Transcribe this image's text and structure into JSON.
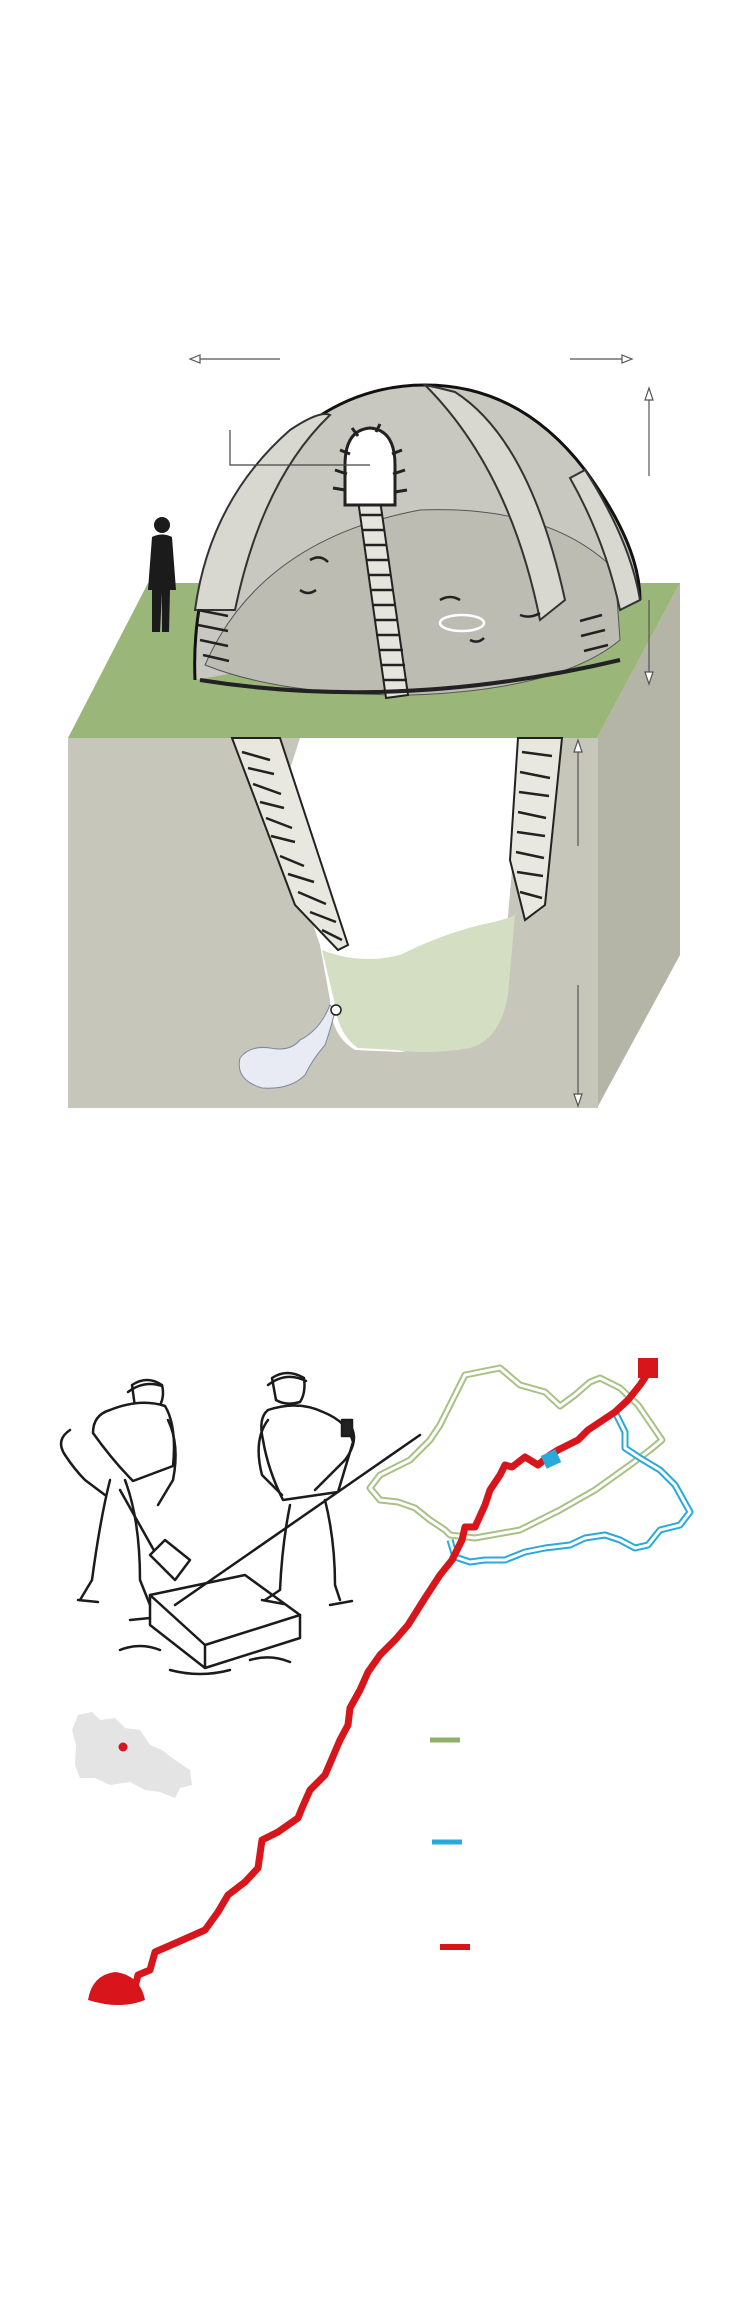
{
  "figure": {
    "cutaway": {
      "ground_color": "#9bb679",
      "earth_color": "#c6c6ba",
      "earth_side_color": "#b4b4a7",
      "dome_color": "#c9c8c0",
      "fill_color": "#d3dec2",
      "dimension_arrows": [
        {
          "name": "width-arrow-left"
        },
        {
          "name": "width-arrow-right"
        },
        {
          "name": "dome-height-arrow"
        },
        {
          "name": "ground-depth-arrow"
        },
        {
          "name": "pit-depth-arrow-upper"
        },
        {
          "name": "pit-depth-arrow-lower"
        }
      ]
    },
    "workers_illustration": {
      "name": "workers-cutting-ice"
    },
    "map": {
      "region_locator_color": "#e4e4e4",
      "locator_dot_color": "#d7151b",
      "routes": [
        {
          "name": "green-route",
          "color": "#a8c185"
        },
        {
          "name": "blue-route",
          "color": "#2aa9db"
        },
        {
          "name": "red-route",
          "color": "#d7151b"
        }
      ],
      "legend": [
        {
          "name": "legend-green",
          "color": "#8fb06a"
        },
        {
          "name": "legend-blue",
          "color": "#2aa9db"
        },
        {
          "name": "legend-red",
          "color": "#d7151b"
        }
      ]
    }
  }
}
